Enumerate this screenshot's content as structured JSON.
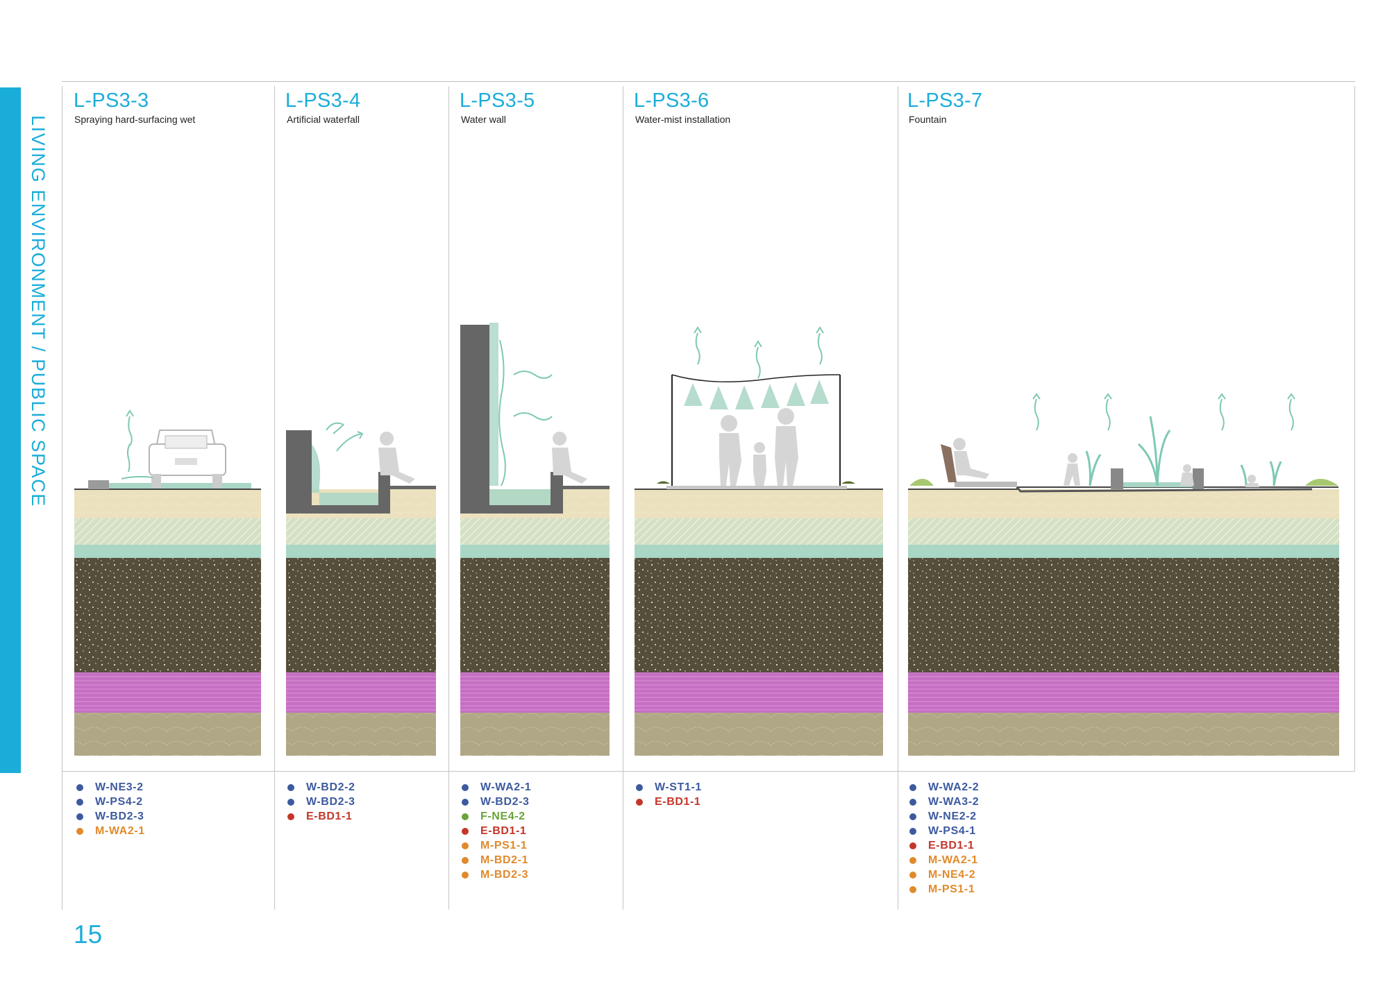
{
  "sidebar": {
    "title": "LIVING ENVIRONMENT / PUBLIC SPACE"
  },
  "page_number": "15",
  "colors": {
    "accent": "#1badd9",
    "W": "#3d5a9e",
    "E": "#c4362a",
    "M": "#e08a2c",
    "F": "#6aa33a"
  },
  "panels": [
    {
      "code": "L-PS3-3",
      "subtitle": "Spraying hard-surfacing wet",
      "refs": [
        {
          "label": "W-NE3-2",
          "type": "W"
        },
        {
          "label": "W-PS4-2",
          "type": "W"
        },
        {
          "label": "W-BD2-3",
          "type": "W"
        },
        {
          "label": "M-WA2-1",
          "type": "M"
        }
      ]
    },
    {
      "code": "L-PS3-4",
      "subtitle": "Artificial waterfall",
      "refs": [
        {
          "label": "W-BD2-2",
          "type": "W"
        },
        {
          "label": "W-BD2-3",
          "type": "W"
        },
        {
          "label": "E-BD1-1",
          "type": "E"
        }
      ]
    },
    {
      "code": "L-PS3-5",
      "subtitle": "Water wall",
      "refs": [
        {
          "label": "W-WA2-1",
          "type": "W"
        },
        {
          "label": "W-BD2-3",
          "type": "W"
        },
        {
          "label": "F-NE4-2",
          "type": "F"
        },
        {
          "label": "E-BD1-1",
          "type": "E"
        },
        {
          "label": "M-PS1-1",
          "type": "M"
        },
        {
          "label": "M-BD2-1",
          "type": "M"
        },
        {
          "label": "M-BD2-3",
          "type": "M"
        }
      ]
    },
    {
      "code": "L-PS3-6",
      "subtitle": "Water-mist installation",
      "refs": [
        {
          "label": "W-ST1-1",
          "type": "W"
        },
        {
          "label": "E-BD1-1",
          "type": "E"
        }
      ]
    },
    {
      "code": "L-PS3-7",
      "subtitle": "Fountain",
      "refs": [
        {
          "label": "W-WA2-2",
          "type": "W"
        },
        {
          "label": "W-WA3-2",
          "type": "W"
        },
        {
          "label": "W-NE2-2",
          "type": "W"
        },
        {
          "label": "W-PS4-1",
          "type": "W"
        },
        {
          "label": "E-BD1-1",
          "type": "E"
        },
        {
          "label": "M-WA2-1",
          "type": "M"
        },
        {
          "label": "M-NE4-2",
          "type": "M"
        },
        {
          "label": "M-PS1-1",
          "type": "M"
        }
      ]
    }
  ]
}
